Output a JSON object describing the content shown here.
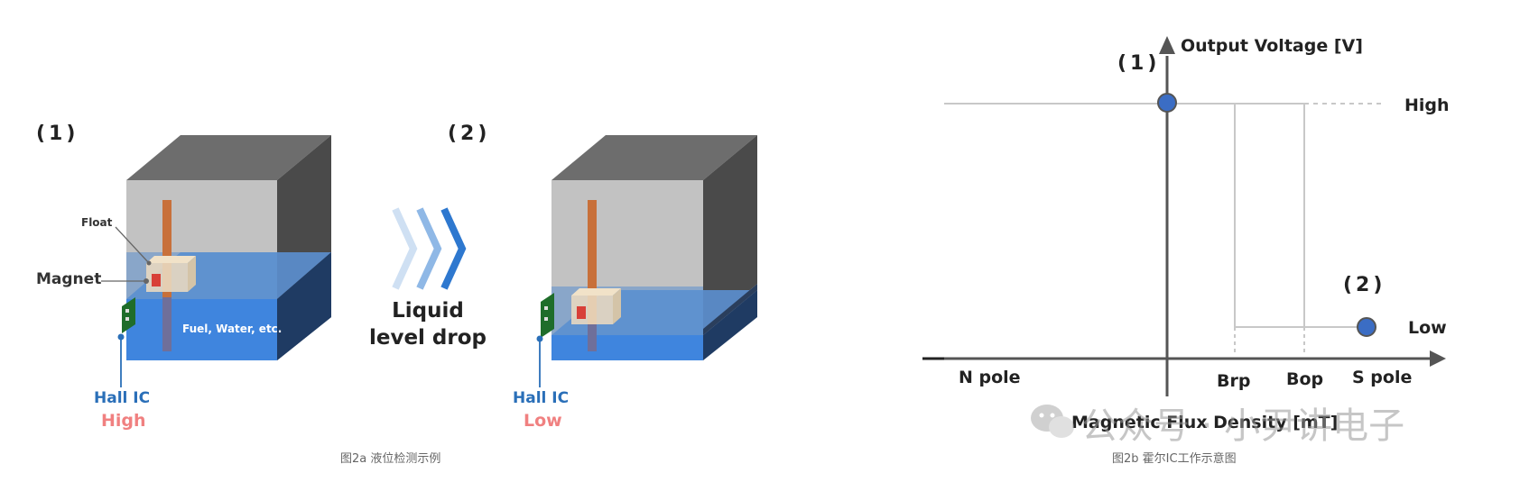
{
  "fig_a": {
    "state1": {
      "number": "(1)",
      "float_label": "Float",
      "magnet_label": "Magnet",
      "liquid_label": "Fuel, Water, etc.",
      "hall_label": "Hall IC",
      "output": "High"
    },
    "arrow": {
      "line1": "Liquid",
      "line2": "level drop"
    },
    "state2": {
      "number": "(2)",
      "hall_label": "Hall IC",
      "output": "Low"
    },
    "caption": "图2a 液位检测示例"
  },
  "fig_b": {
    "y_axis_label": "Output Voltage [V]",
    "x_axis_label": "Magnetic Flux Density [mT]",
    "point1_label": "(1)",
    "point2_label": "(2)",
    "high_label": "High",
    "low_label": "Low",
    "x_ticks": [
      "N pole",
      "Brp",
      "Bop",
      "S pole"
    ],
    "caption": "图2b 霍尔IC工作示意图"
  },
  "watermark": {
    "text": "公众号 · 小尹讲电子"
  },
  "colors": {
    "water": "#3f85de",
    "tank_top": "#6d6d6d",
    "tank_side": "#4a4a4a",
    "rod": "#c8703a",
    "hall_blue": "#2a6fb8",
    "state_pink": "#f08080",
    "point_fill": "#3b6dc4",
    "axis": "#555555",
    "curve": "#c8c8c8"
  }
}
